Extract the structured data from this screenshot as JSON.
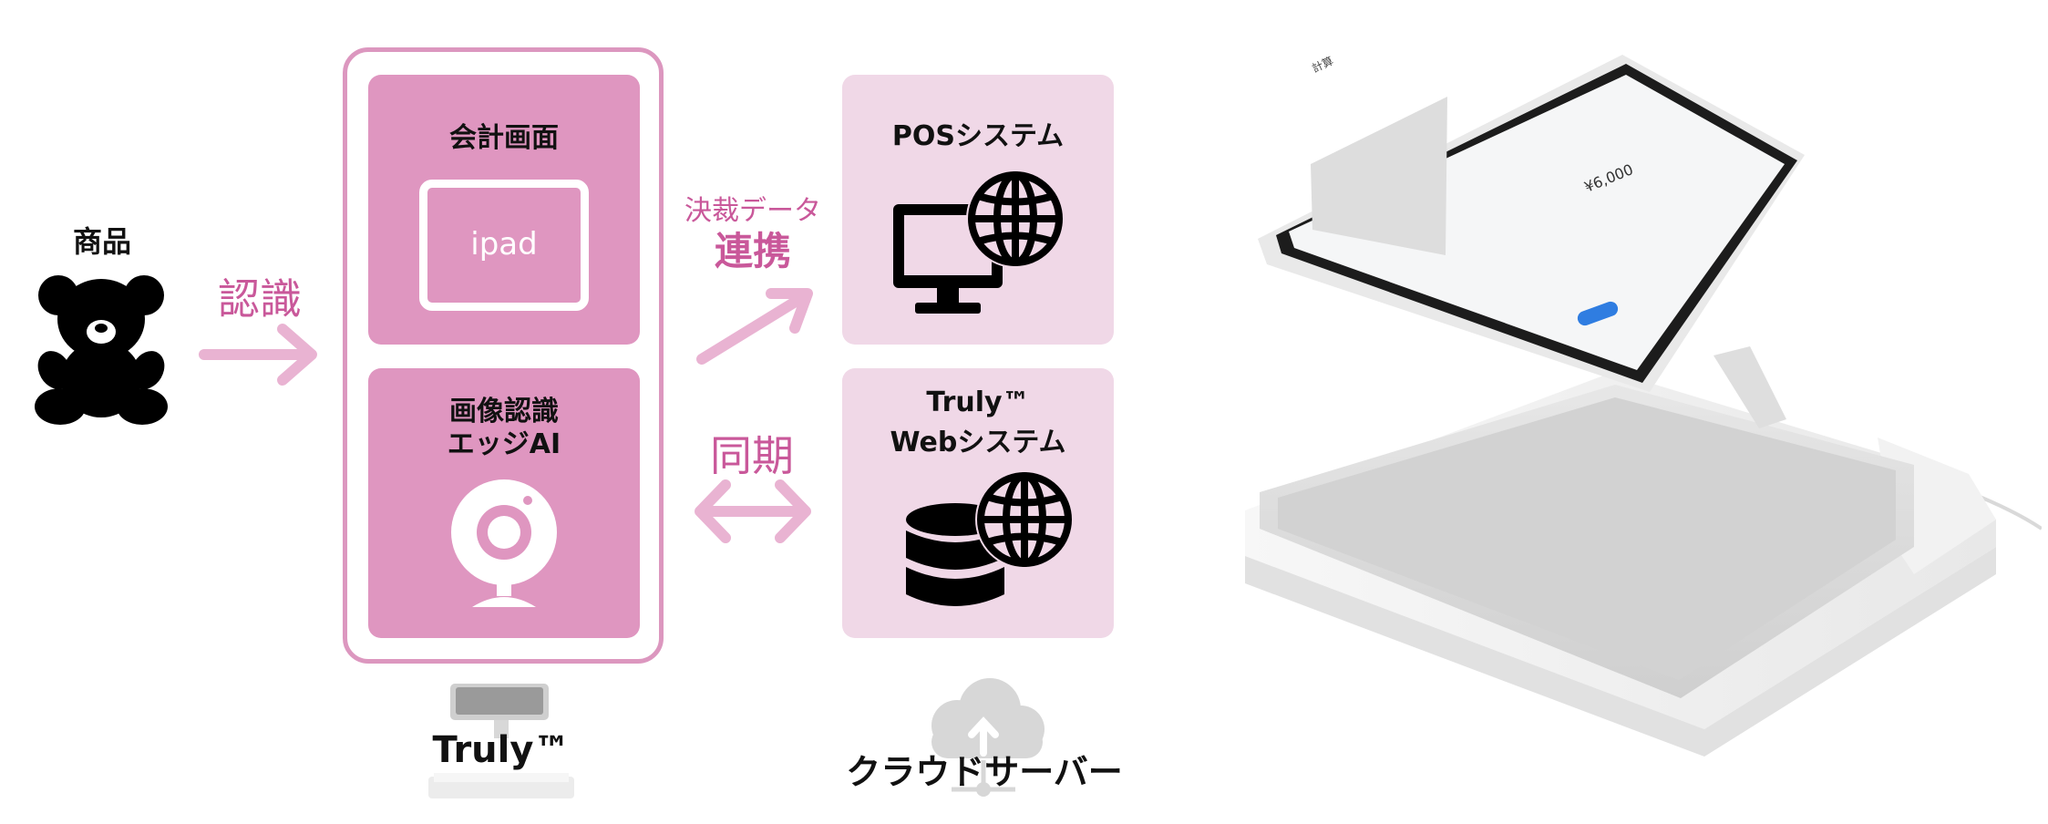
{
  "left": {
    "product_label": "商品",
    "recognition_label": "認識"
  },
  "truly_box": {
    "top_panel": {
      "title": "会計画面",
      "screen_text": "ipad"
    },
    "bottom_panel": {
      "title_line1": "画像認識",
      "title_line2": "エッジAI"
    },
    "caption": "Truly™"
  },
  "middle": {
    "payment_line1": "決裁データ",
    "payment_line2": "連携",
    "sync_label": "同期"
  },
  "cloud": {
    "pos_panel": {
      "title": "POSシステム"
    },
    "web_panel": {
      "title_line1": "Truly™",
      "title_line2": "Webシステム"
    },
    "caption": "クラウドサーバー"
  },
  "device_screen": {
    "title": "計算",
    "price": "¥6,000"
  },
  "colors": {
    "accent": "#c9589a",
    "box_dark": "#df96c0",
    "box_light": "#f0d8e7",
    "frame": "#dc97bf",
    "arrow": "#e9b3d2"
  },
  "icons": [
    "teddy-bear-icon",
    "monitor-globe-icon",
    "webcam-icon",
    "database-globe-icon",
    "cloud-upload-icon"
  ]
}
